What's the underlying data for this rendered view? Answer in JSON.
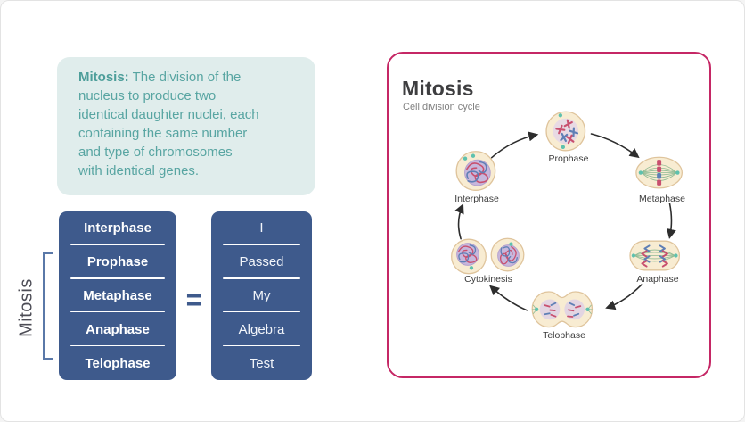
{
  "definition_box": {
    "bold_label": "Mitosis:",
    "line1_rest": "The division of the",
    "lines": [
      "nucleus to produce two",
      "identical daughter nuclei, each",
      "containing the same number",
      "and type of chromosomes",
      "with identical genes."
    ]
  },
  "mnemonic_section": {
    "side_label": "Mitosis",
    "equals_symbol": "=",
    "phase_table": {
      "rows": [
        "Interphase",
        "Prophase",
        "Metaphase",
        "Anaphase",
        "Telophase"
      ]
    },
    "mnemonic_table": {
      "rows": [
        "I",
        "Passed",
        "My",
        "Algebra",
        "Test"
      ]
    }
  },
  "cycle_panel": {
    "title": "Mitosis",
    "subtitle": "Cell division cycle",
    "stages": [
      {
        "label": "Interphase"
      },
      {
        "label": "Prophase"
      },
      {
        "label": "Metaphase"
      },
      {
        "label": "Anaphase"
      },
      {
        "label": "Telophase"
      },
      {
        "label": "Cytokinesis"
      }
    ]
  },
  "colors": {
    "table_blue": "#3e5a8c",
    "definition_teal_bg": "#e0edec",
    "definition_teal_text": "#58a5a2",
    "panel_border_pink": "#c52765",
    "chromosome_red": "#c8506f",
    "chromosome_blue": "#5f7fb5",
    "centrosome_teal": "#5ec1ae",
    "cell_fill": "#f8ecd2"
  }
}
